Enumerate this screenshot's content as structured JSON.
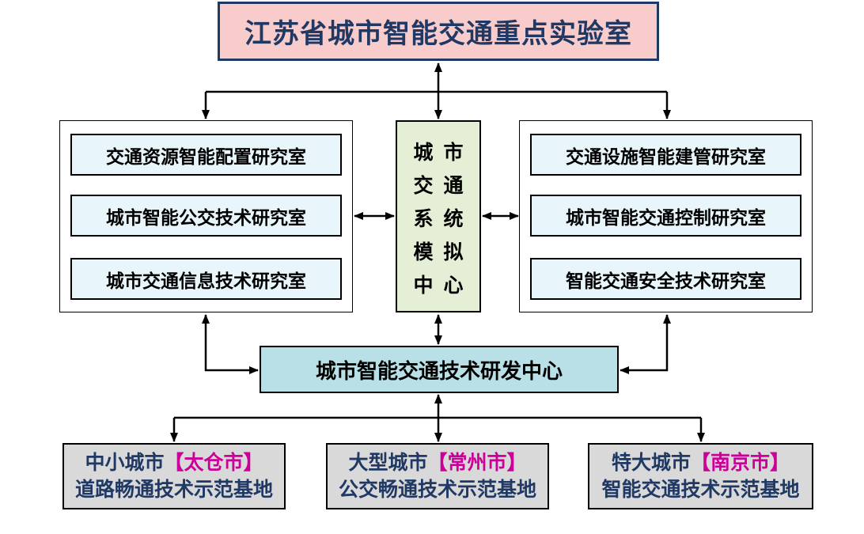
{
  "title": "江苏省城市智能交通重点实验室",
  "left_labs": [
    "交通资源智能配置研究室",
    "城市智能公交技术研究室",
    "城市交通信息技术研究室"
  ],
  "right_labs": [
    "交通设施智能建管研究室",
    "城市智能交通控制研究室",
    "智能交通安全技术研究室"
  ],
  "center": {
    "col1": [
      "城",
      "交",
      "系",
      "模",
      "中"
    ],
    "col2": [
      "市",
      "通",
      "统",
      "拟",
      "心"
    ]
  },
  "rd_center": "城市智能交通技术研发中心",
  "bases": [
    {
      "prefix": "中小城市",
      "city": "【太仓市】",
      "line2": "道路畅通技术示范基地"
    },
    {
      "prefix": "大型城市",
      "city": "【常州市】",
      "line2": "公交畅通技术示范基地"
    },
    {
      "prefix": "特大城市",
      "city": "【南京市】",
      "line2": "智能交通技术示范基地"
    }
  ],
  "colors": {
    "title_bg": "#f9cccc",
    "title_text": "#1f3864",
    "lab_bg": "#e8f6fb",
    "center_bg": "#e4efd6",
    "rd_bg": "#b9e0e6",
    "base_bg": "#d9d9d9",
    "base_text": "#1f3864",
    "city_text": "#cc0099"
  }
}
